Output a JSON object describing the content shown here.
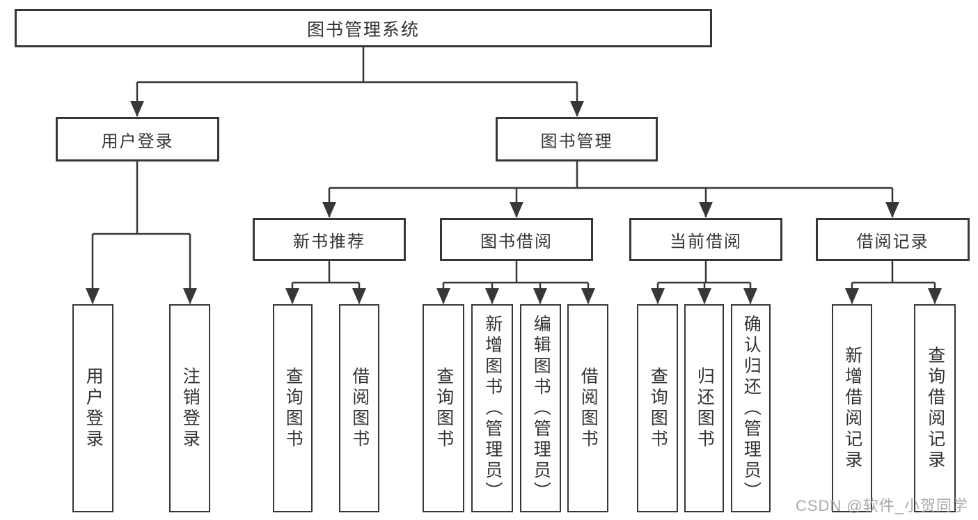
{
  "diagram": {
    "root": {
      "label": "图书管理系统"
    },
    "level2": [
      {
        "label": "用户登录"
      },
      {
        "label": "图书管理"
      }
    ],
    "level3": [
      {
        "label": "新书推荐"
      },
      {
        "label": "图书借阅"
      },
      {
        "label": "当前借阅"
      },
      {
        "label": "借阅记录"
      }
    ],
    "leaves": {
      "login": [
        {
          "label": "用户登录"
        },
        {
          "label": "注销登录"
        }
      ],
      "recommend": [
        {
          "label": "查询图书"
        },
        {
          "label": "借阅图书"
        }
      ],
      "borrow": [
        {
          "label": "查询图书"
        },
        {
          "label": "新增图书（管理员）"
        },
        {
          "label": "编辑图书（管理员）"
        },
        {
          "label": "借阅图书"
        }
      ],
      "current": [
        {
          "label": "查询图书"
        },
        {
          "label": "归还图书"
        },
        {
          "label": "确认归还（管理员）"
        }
      ],
      "records": [
        {
          "label": "新增借阅记录"
        },
        {
          "label": "查询借阅记录"
        }
      ]
    }
  },
  "watermark": {
    "text": "CSDN @软件_小贺同学"
  },
  "colors": {
    "line": "#373737",
    "border": "#373737",
    "text": "#323232",
    "watermark": "#9e9e9e",
    "background": "#ffffff"
  }
}
